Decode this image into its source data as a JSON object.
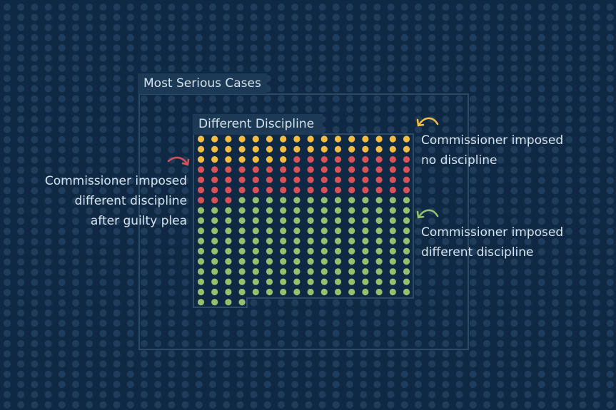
{
  "chart_data": {
    "type": "waffle",
    "columns": 16,
    "total": 260,
    "outer_label": "Most Serious Cases",
    "inner_label": "Different Discipline",
    "series": [
      {
        "name": "Commissioner imposed no discipline",
        "value": 39,
        "color": "#f5bd40"
      },
      {
        "name": "Commissioner imposed different discipline after guilty plea",
        "value": 60,
        "color": "#d9525a"
      },
      {
        "name": "Commissioner imposed different discipline",
        "value": 161,
        "color": "#96c070"
      }
    ],
    "annotations": {
      "no_discipline": [
        "Commissioner imposed",
        "no discipline"
      ],
      "guilty_plea": [
        "Commissioner imposed",
        "different discipline",
        "after guilty plea"
      ],
      "different": [
        "Commissioner imposed",
        "different discipline"
      ]
    }
  },
  "colors": {
    "background": "#0f2944",
    "bg_dot": "#1f3d5a",
    "box": "#1c3a55",
    "border": "#2c4a66"
  }
}
